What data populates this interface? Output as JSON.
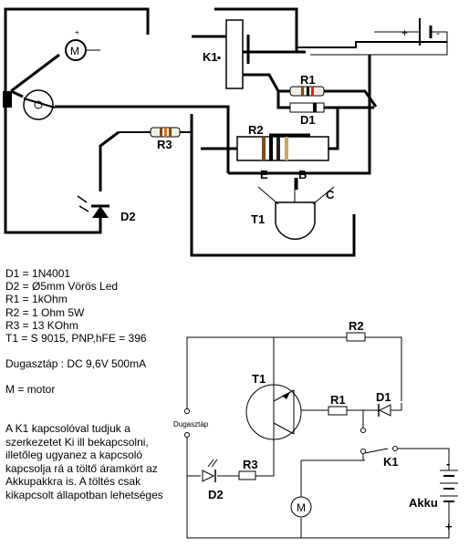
{
  "diagram": {
    "top_labels": {
      "k1": "K1",
      "r1": "R1",
      "d1": "D1",
      "r2": "R2",
      "r3": "R3",
      "d2": "D2",
      "t1": "T1",
      "e": "E",
      "b": "B",
      "c": "C",
      "motor": "M",
      "bat_plus": "+",
      "bat_minus": "-",
      "motor_plus": "+",
      "motor_minus": "-"
    },
    "specs": [
      "D1 = 1N4001",
      "D2 = Ø5mm Vörös Led",
      "R1 = 1kOhm",
      "R2 = 1 Ohm 5W",
      "R3 = 13 KOhm",
      "T1 = S 9015, PNP,hFE = 396",
      "",
      "Dugasztáp : DC 9,6V 500mA",
      "",
      "M = motor"
    ],
    "description": "A K1 kapcsolóval tudjuk a szerkezetet Ki ill bekapcsolni, illetőleg ugyanez a kapcsoló kapcsolja rá a töltő áramkört az Akkupakkra is. A töltés csak kikapcsolt állapotban lehetséges",
    "schematic_labels": {
      "r2": "R2",
      "t1": "T1",
      "r1": "R1",
      "d1": "D1",
      "r3": "R3",
      "d2": "D2",
      "k1": "K1",
      "dugasztap": "Dugasztáp",
      "akku": "Akku",
      "motor": "M",
      "plus": "+",
      "minus": "-"
    }
  }
}
